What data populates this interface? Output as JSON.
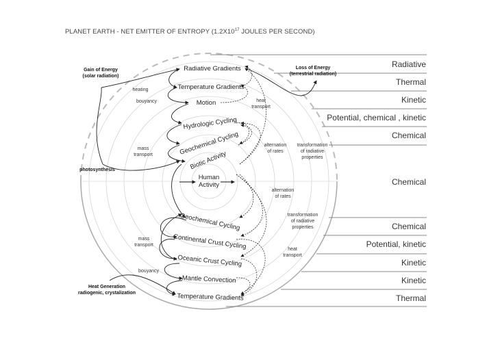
{
  "title": {
    "main": "PLANET EARTH - NET EMITTER OF ENTROPY (1.2X10",
    "superscript": "17",
    "tail": " JOULES PER SECOND)"
  },
  "upper_nodes": [
    "Radiative Gradients",
    "Temperature Gradients",
    "Motion",
    "Hydrologic Cycling",
    "Geochemical Cycling",
    "Biotic Activity"
  ],
  "center": {
    "line1": "Human",
    "line2": "Activity"
  },
  "lower_nodes": [
    "Geochemical Cycling",
    "Continental Crust Cycling",
    "Oceanic Crust Cycling",
    "Mantle Convection",
    "Temperature Gradients"
  ],
  "annotations": {
    "gain": {
      "line1": "Gain of Energy",
      "line2": "(solar radiation)"
    },
    "loss": {
      "line1": "Loss of Energy",
      "line2": "(terrestrial radiation)"
    },
    "heating": "heating",
    "bouyancy_upper": "bouyancy",
    "mass_upper": {
      "line1": "mass",
      "line2": "transport"
    },
    "photosynthesis": "photosynthesis",
    "heat_upper": {
      "line1": "heat",
      "line2": "transport"
    },
    "alt_upper": {
      "line1": "alternation",
      "line2": "of rates"
    },
    "trans_upper": {
      "line1": "transformation",
      "line2": "of radiative",
      "line3": "properties"
    },
    "alt_lower": {
      "line1": "alternation",
      "line2": "of rates"
    },
    "trans_lower": {
      "line1": "transformation",
      "line2": "of radiative",
      "line3": "properties"
    },
    "heat_lower": {
      "line1": "heat",
      "line2": "transport"
    },
    "mass_lower": {
      "line1": "mass",
      "line2": "transport"
    },
    "bouyancy_lower": "bouyancy",
    "heatgen": {
      "line1": "Heat Generation",
      "line2": "radiogenic, crystalization"
    }
  },
  "energy_forms": [
    "Radiative",
    "Thermal",
    "Kinetic",
    "Potential, chemical , kinetic",
    "Chemical",
    "Chemical",
    "Chemical",
    "Potential, kinetic",
    "Kinetic",
    "Kinetic",
    "Thermal"
  ]
}
